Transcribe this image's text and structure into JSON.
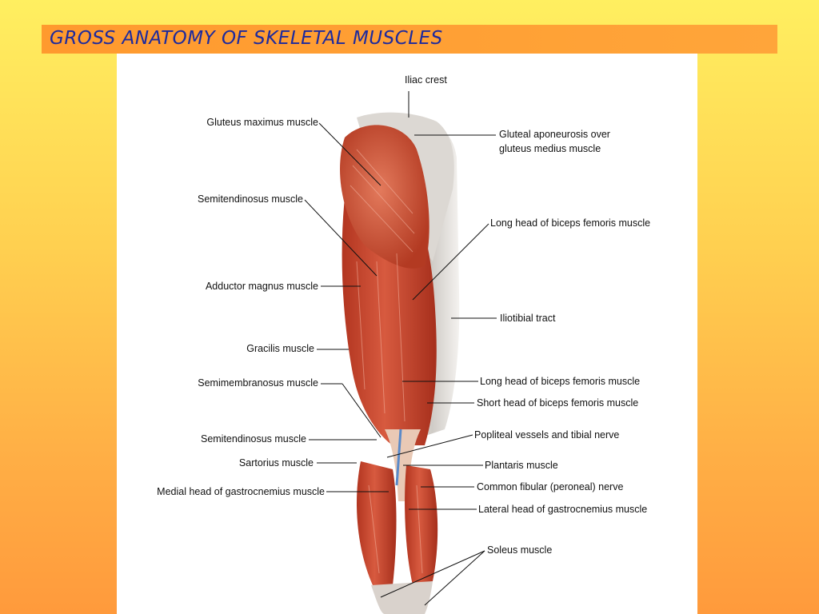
{
  "title": "GROSS ANATOMY OF SKELETAL MUSCLES",
  "labels": {
    "iliac_crest": "Iliac crest",
    "gluteus_maximus": "Gluteus maximus muscle",
    "gluteal_aponeurosis_1": "Gluteal aponeurosis over",
    "gluteal_aponeurosis_2": "gluteus medius muscle",
    "semitendinosus_upper": "Semitendinosus muscle",
    "long_head_biceps_upper": "Long head of biceps femoris muscle",
    "adductor_magnus": "Adductor magnus muscle",
    "iliotibial_tract": "Iliotibial tract",
    "gracilis": "Gracilis muscle",
    "semimembranosus": "Semimembranosus muscle",
    "long_head_biceps_lower": "Long head of biceps femoris muscle",
    "short_head_biceps": "Short head of biceps femoris muscle",
    "semitendinosus_lower": "Semitendinosus muscle",
    "popliteal": "Popliteal vessels and tibial nerve",
    "sartorius": "Sartorius muscle",
    "plantaris": "Plantaris muscle",
    "medial_gastrocnemius": "Medial head of gastrocnemius muscle",
    "common_fibular": "Common fibular (peroneal) nerve",
    "lateral_gastrocnemius": "Lateral head of gastrocnemius muscle",
    "soleus": "Soleus muscle"
  },
  "colors": {
    "title_text": "#1d2a9e",
    "title_bar": "#ffa53a",
    "muscle": "#c8432c",
    "muscle_light": "#e27a5c",
    "tendon": "#d9d6d2",
    "leader_line": "#111111"
  }
}
